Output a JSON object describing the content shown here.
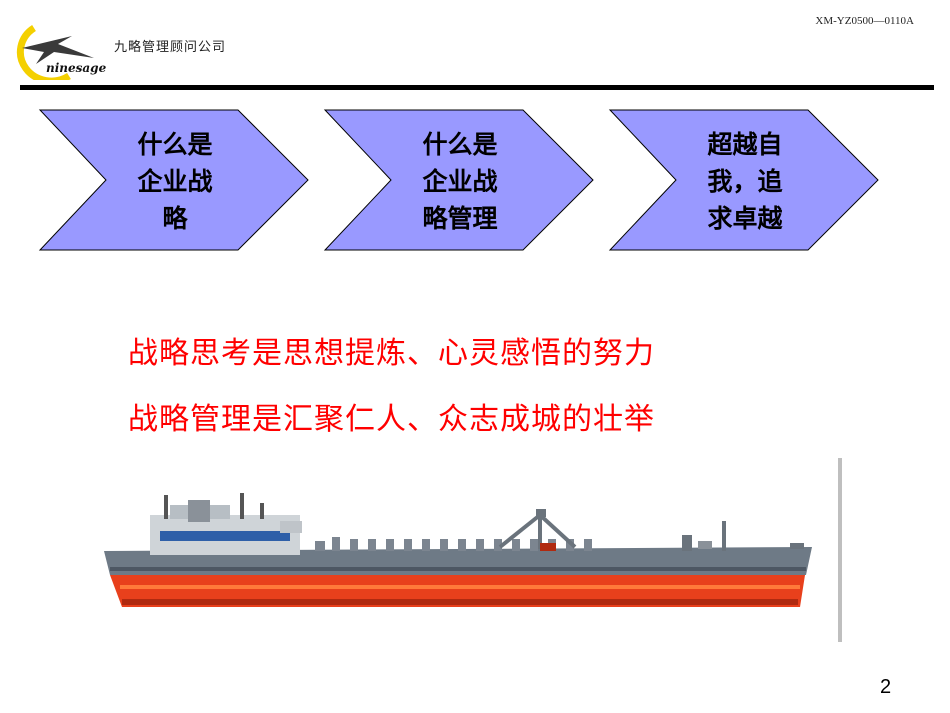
{
  "header": {
    "company_name": "九略管理顾问公司",
    "logo_text": "ninesage",
    "doc_code": "XM-YZ0500—0110A"
  },
  "process": [
    {
      "lines": [
        "什么是",
        "企业战",
        "略"
      ]
    },
    {
      "lines": [
        "什么是",
        "企业战",
        "略管理"
      ]
    },
    {
      "lines": [
        "超越自",
        "我，追",
        "求卓越"
      ]
    }
  ],
  "slogans": [
    "战略思考是思想提炼、心灵感悟的努力",
    "战略管理是汇聚仁人、众志成城的壮举"
  ],
  "colors": {
    "chevron_fill": "#9999ff",
    "slogan": "#ff0000",
    "ship_hull": "#e8401c",
    "rule": "#000000"
  },
  "page_number": "2"
}
